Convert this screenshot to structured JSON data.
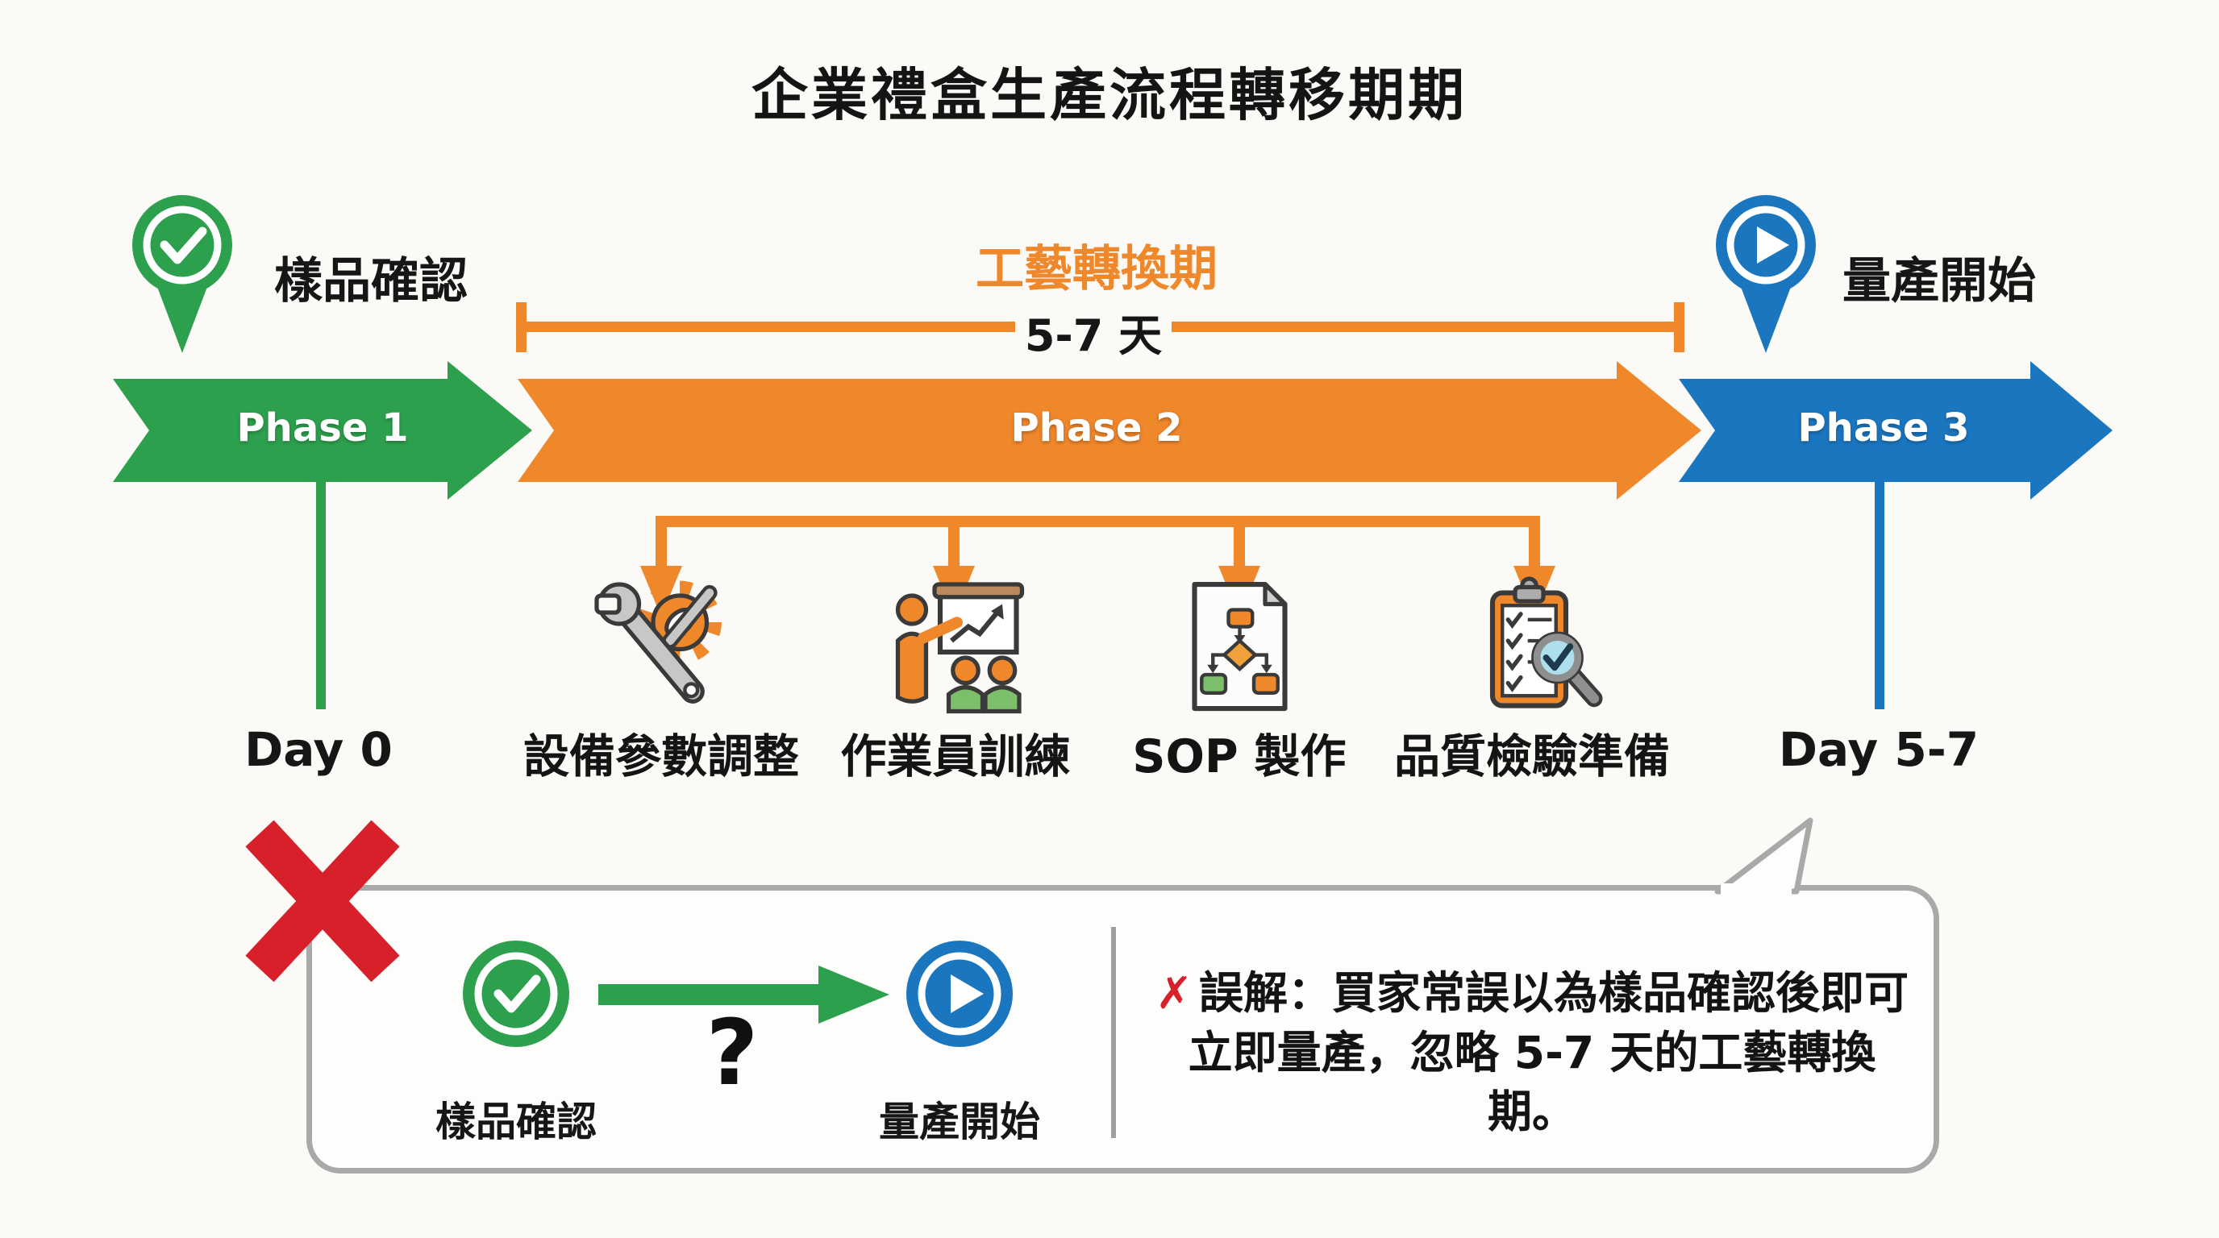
{
  "title": "企業禮盒生產流程轉移期期",
  "colors": {
    "green": "#2da04d",
    "orange": "#ef872b",
    "blue": "#1b76c0",
    "red": "#d7202a",
    "gray_border": "#a9a9a9"
  },
  "timeline": {
    "start_marker": {
      "icon": "check-pin-icon",
      "label": "樣品確認"
    },
    "transition": {
      "label": "工藝轉換期",
      "duration": "5-7 天"
    },
    "end_marker": {
      "icon": "play-pin-icon",
      "label": "量產開始"
    },
    "phases": [
      {
        "label": "Phase 1",
        "color": "#2da04d"
      },
      {
        "label": "Phase 2",
        "color": "#ef872b"
      },
      {
        "label": "Phase 3",
        "color": "#1b76c0"
      }
    ],
    "day_start": "Day 0",
    "day_end": "Day 5-7"
  },
  "tasks": [
    {
      "icon": "wrench-gear-icon",
      "label": "設備參數調整"
    },
    {
      "icon": "operator-training-icon",
      "label": "作業員訓練"
    },
    {
      "icon": "sop-document-icon",
      "label": "SOP 製作"
    },
    {
      "icon": "quality-inspection-icon",
      "label": "品質檢驗準備"
    }
  ],
  "misconception": {
    "check_label": "樣品確認",
    "question_mark": "?",
    "play_label": "量產開始",
    "cross": "✗",
    "line1": "誤解：買家常誤以為樣品確認後即可",
    "line2": "立即量產，忽略 5-7 天的工藝轉換期。"
  }
}
